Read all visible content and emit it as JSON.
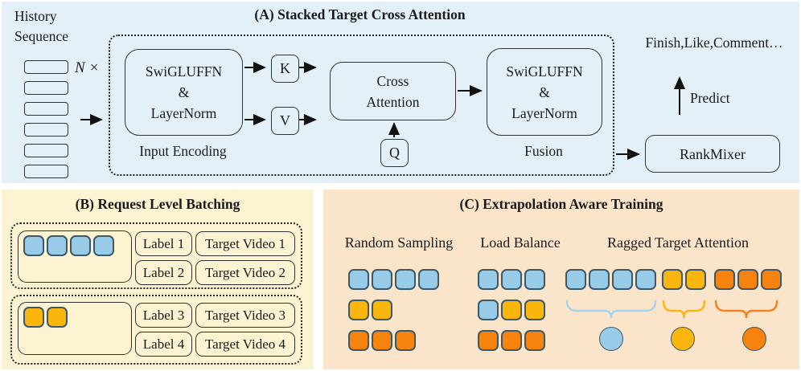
{
  "panel_a": {
    "title": "(A) Stacked Target Cross Attention",
    "history_label": "History\nSequence",
    "n_symbol": "N",
    "times_symbol": "×",
    "encoder_box_text": "SwiGLUFFN\n&\nLayerNorm",
    "input_encoding_label": "Input Encoding",
    "k_label": "K",
    "v_label": "V",
    "q_label": "Q",
    "cross_attention_text": "Cross\nAttention",
    "fusion_box_text": "SwiGLUFFN\n&\nLayerNorm",
    "fusion_label": "Fusion",
    "output_label": "Finish,Like,Comment…",
    "predict_label": "Predict",
    "rankmixer_label": "RankMixer"
  },
  "panel_b": {
    "title": "(B) Request Level Batching",
    "groups": [
      {
        "squares": [
          "blue",
          "blue",
          "blue",
          "blue"
        ],
        "rows": [
          {
            "label": "Label 1",
            "target": "Target Video 1"
          },
          {
            "label": "Label 2",
            "target": "Target Video 2"
          }
        ]
      },
      {
        "squares": [
          "yellow",
          "yellow"
        ],
        "rows": [
          {
            "label": "Label 3",
            "target": "Target Video 3"
          },
          {
            "label": "Label 4",
            "target": "Target Video 4"
          }
        ]
      }
    ]
  },
  "panel_c": {
    "title": "(C) Extrapolation Aware Training",
    "random_sampling": {
      "label": "Random Sampling",
      "rows": [
        [
          "blue",
          "blue",
          "blue",
          "blue"
        ],
        [
          "yellow",
          "yellow"
        ],
        [
          "orange",
          "orange",
          "orange"
        ]
      ]
    },
    "load_balance": {
      "label": "Load Balance",
      "rows": [
        [
          "blue",
          "blue",
          "blue"
        ],
        [
          "blue",
          "yellow",
          "yellow"
        ],
        [
          "orange",
          "orange",
          "orange"
        ]
      ]
    },
    "ragged": {
      "label": "Ragged Target Attention",
      "token_groups": [
        [
          "blue",
          "blue",
          "blue",
          "blue"
        ],
        [
          "yellow",
          "yellow"
        ],
        [
          "orange",
          "orange",
          "orange"
        ]
      ],
      "pooled": [
        "blue",
        " yellow-placeholder-unused",
        "orange"
      ],
      "pooled_circles": [
        "blue",
        "yellow",
        "orange"
      ]
    }
  },
  "colors": {
    "panel_a_bg": "#E4F0F8",
    "panel_b_bg": "#FCF3D3",
    "panel_c_bg": "#FBE5CA",
    "token_blue": "#97CBE8",
    "token_yellow": "#FBB60D",
    "token_orange": "#F6830E",
    "token_border": "#3D5866",
    "box_border": "#333333",
    "brace_blue": "#A5D4ED",
    "brace_yellow": "#FBB515",
    "brace_orange": "#F58220"
  }
}
